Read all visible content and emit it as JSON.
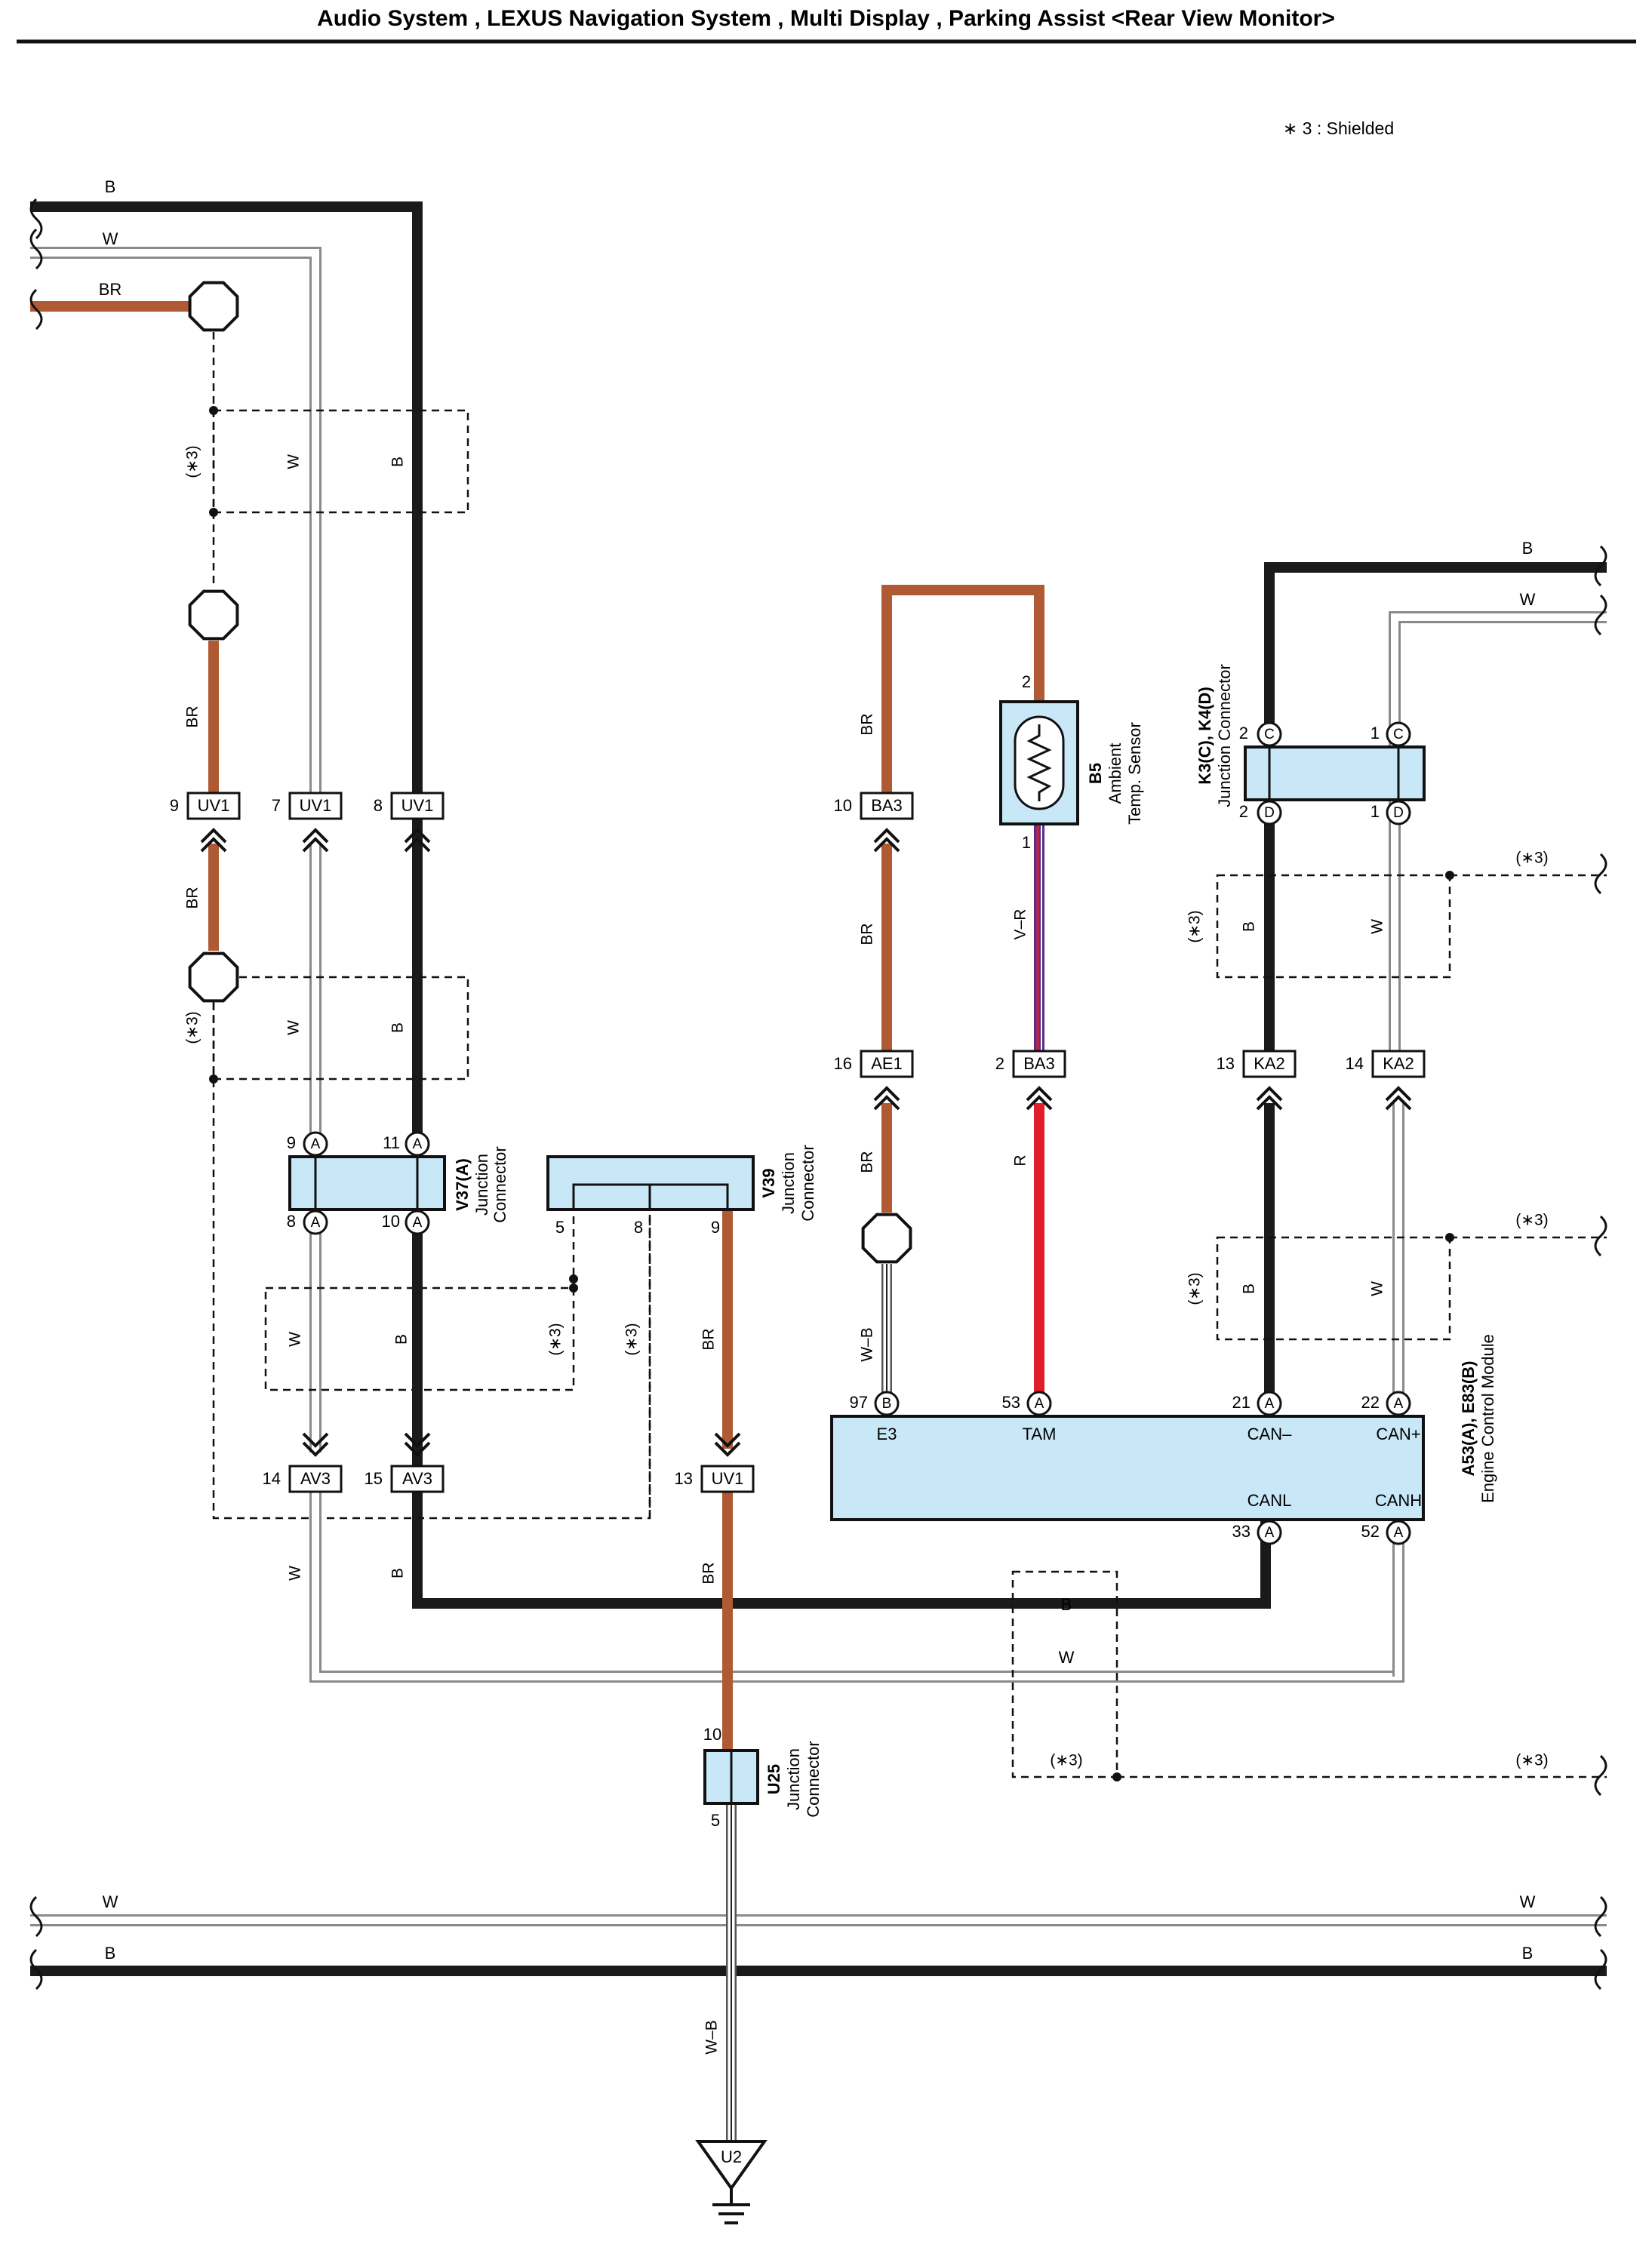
{
  "page_title": "Audio System , LEXUS Navigation System , Multi Display , Parking Assist <Rear View Monitor>",
  "note": "∗ 3 : Shielded",
  "colors": {
    "wire_B": "#1a1a1a",
    "wire_W": "#9a9a9a",
    "wire_BR": "#b05a33",
    "wire_R": "#e11d2a",
    "wire_V": "#5b2e8c",
    "component_fill": "#c8e8f8"
  },
  "wire_labels": {
    "top_B": "B",
    "top_W": "W",
    "top_BR": "BR",
    "shield1": "(∗3)",
    "shield1_W": "W",
    "shield1_B": "B",
    "left_BR1": "BR",
    "left_BR2": "BR",
    "shield2": "(∗3)",
    "shield2_W": "W",
    "shield2_B": "B",
    "mid_W": "W",
    "mid_B": "B",
    "mid_shield_a": "(∗3)",
    "mid_shield_b": "(∗3)",
    "v39_BR": "BR",
    "low_W": "W",
    "low_B": "B",
    "low_BR": "BR",
    "ba3_BR_up": "BR",
    "ba3_BR_low": "BR",
    "ae1_BR": "BR",
    "wb_E3": "W–B",
    "vr": "V–R",
    "r": "R",
    "right_B": "B",
    "right_W": "W",
    "rshield1": "(∗3)",
    "rshield1_B": "B",
    "rshield1_W": "W",
    "rshield1_ext": "(∗3)",
    "rshield2": "(∗3)",
    "rshield2_B": "B",
    "rshield2_W": "W",
    "rshield2_ext": "(∗3)",
    "bot_box_B": "B",
    "bot_box_W": "W",
    "bot_shield": "(∗3)",
    "bot_shield_ext": "(∗3)",
    "bus_W_l": "W",
    "bus_W_r": "W",
    "bus_B_l": "B",
    "bus_B_r": "B",
    "ground_WB": "W–B"
  },
  "connectors": {
    "uv1_l": {
      "pin": "9",
      "code": "UV1"
    },
    "uv1_m": {
      "pin": "7",
      "code": "UV1"
    },
    "uv1_r": {
      "pin": "8",
      "code": "UV1"
    },
    "av3_l": {
      "pin": "14",
      "code": "AV3"
    },
    "av3_r": {
      "pin": "15",
      "code": "AV3"
    },
    "uv1_low": {
      "pin": "13",
      "code": "UV1"
    },
    "ba3_top": {
      "pin": "10",
      "code": "BA3"
    },
    "ae1": {
      "pin": "16",
      "code": "AE1"
    },
    "ba3_low": {
      "pin": "2",
      "code": "BA3"
    },
    "ka2_l": {
      "pin": "13",
      "code": "KA2"
    },
    "ka2_r": {
      "pin": "14",
      "code": "KA2"
    }
  },
  "components": {
    "v37": {
      "id": "V37(A)",
      "name": "Junction",
      "name2": "Connector",
      "pins": {
        "tl": "9",
        "tr": "11",
        "bl": "8",
        "br": "10"
      },
      "letter": "A"
    },
    "v39": {
      "id": "V39",
      "name": "Junction",
      "name2": "Connector",
      "pins": {
        "p5": "5",
        "p8": "8",
        "p9": "9"
      }
    },
    "b5": {
      "id": "B5",
      "name": "Ambient",
      "name2": "Temp. Sensor",
      "pins": {
        "top": "2",
        "bottom": "1"
      }
    },
    "k3k4": {
      "id": "K3(C), K4(D)",
      "name": "Junction Connector",
      "pins": {
        "tl": "2",
        "tr": "1",
        "bl": "2",
        "br": "1"
      },
      "letters": {
        "top": "C",
        "bottom": "D"
      }
    },
    "ecm": {
      "id": "A53(A), E83(B)",
      "name": "Engine Control Module",
      "pins": {
        "e3": "97",
        "tam": "53",
        "canm": "21",
        "canp": "22",
        "canl": "33",
        "canh": "52"
      },
      "letters": {
        "e3": "B",
        "tam": "A",
        "canm": "A",
        "canp": "A",
        "canl": "A",
        "canh": "A"
      },
      "terminals": {
        "e3": "E3",
        "tam": "TAM",
        "canm": "CAN–",
        "canp": "CAN+",
        "canl": "CANL",
        "canh": "CANH"
      }
    },
    "u25": {
      "id": "U25",
      "name": "Junction",
      "name2": "Connector",
      "pins": {
        "top": "10",
        "bottom": "5"
      }
    },
    "u2": {
      "id": "U2"
    }
  }
}
